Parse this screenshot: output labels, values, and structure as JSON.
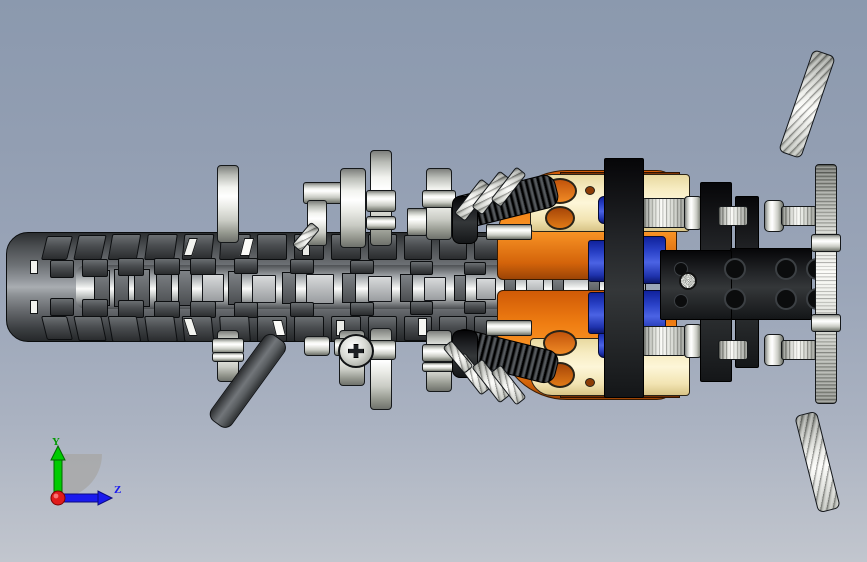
{
  "app": {
    "title": "LEGO Technic Dirt Bike — Top View (CAD Viewport)",
    "view_plane": "YZ",
    "background_top_color": "#8b99ae",
    "background_bottom_color": "#c2c6ce"
  },
  "axis_triad": {
    "name": "orientation-axis-indicator",
    "origin_color": "#e01b1b",
    "axes": [
      {
        "id": "y",
        "label": "Y",
        "color": "#00cc00",
        "label_color": "#009900",
        "direction": "up"
      },
      {
        "id": "z",
        "label": "Z",
        "color": "#1a1aee",
        "label_color": "#1a1aee",
        "direction": "right"
      }
    ],
    "arc_color": "#a8a8a8"
  },
  "model": {
    "name": "dirt-bike-assembly",
    "orientation": "top-down",
    "parts": [
      {
        "id": "front-tire",
        "name": "knobby-off-road-tire",
        "color": "#4a4d50",
        "color_label": "dark gray"
      },
      {
        "id": "front-fork-left",
        "name": "fork-tube-left",
        "color": "#e8e9e4",
        "color_label": "light gray"
      },
      {
        "id": "front-fork-right",
        "name": "fork-tube-right",
        "color": "#e8e9e4",
        "color_label": "light gray"
      },
      {
        "id": "shock-hose-upper",
        "name": "ribbed-shock-hose-upper",
        "color": "#1a1c1e",
        "color_label": "black"
      },
      {
        "id": "shock-hose-lower",
        "name": "ribbed-shock-hose-lower",
        "color": "#1a1c1e",
        "color_label": "black"
      },
      {
        "id": "fairing-upper",
        "name": "orange-fairing-panel-upper",
        "color": "#ef7d12",
        "color_label": "orange"
      },
      {
        "id": "fairing-lower",
        "name": "orange-fairing-panel-lower",
        "color": "#ef7d12",
        "color_label": "orange"
      },
      {
        "id": "tank-beam-upper",
        "name": "tan-technic-beam-upper",
        "color": "#f7ecc2",
        "color_label": "tan"
      },
      {
        "id": "tank-beam-lower",
        "name": "tan-technic-beam-lower",
        "color": "#f7ecc2",
        "color_label": "tan"
      },
      {
        "id": "pin-blue-upper",
        "name": "blue-technic-pin-upper",
        "color": "#2a42c8",
        "color_label": "blue"
      },
      {
        "id": "pin-blue-lower",
        "name": "blue-technic-pin-lower",
        "color": "#2a42c8",
        "color_label": "blue"
      },
      {
        "id": "frame-block",
        "name": "black-technic-brick-frame",
        "color": "#202225",
        "color_label": "black"
      },
      {
        "id": "handlebar-rod",
        "name": "ribbed-handlebar-crossbar",
        "color": "#d6d8d1",
        "color_label": "light gray"
      },
      {
        "id": "grip-upper-right",
        "name": "handlebar-grip-upper",
        "color": "#c7c9c2",
        "color_label": "light gray"
      },
      {
        "id": "grip-lower-right",
        "name": "handlebar-grip-lower",
        "color": "#c7c9c2",
        "color_label": "light gray"
      },
      {
        "id": "kick-lever",
        "name": "kickstand-lever",
        "color": "#4c4f52",
        "color_label": "dark gray"
      },
      {
        "id": "hub-connector",
        "name": "axle-hub-connector",
        "color": "#e6e7e3",
        "color_label": "light gray"
      }
    ]
  }
}
